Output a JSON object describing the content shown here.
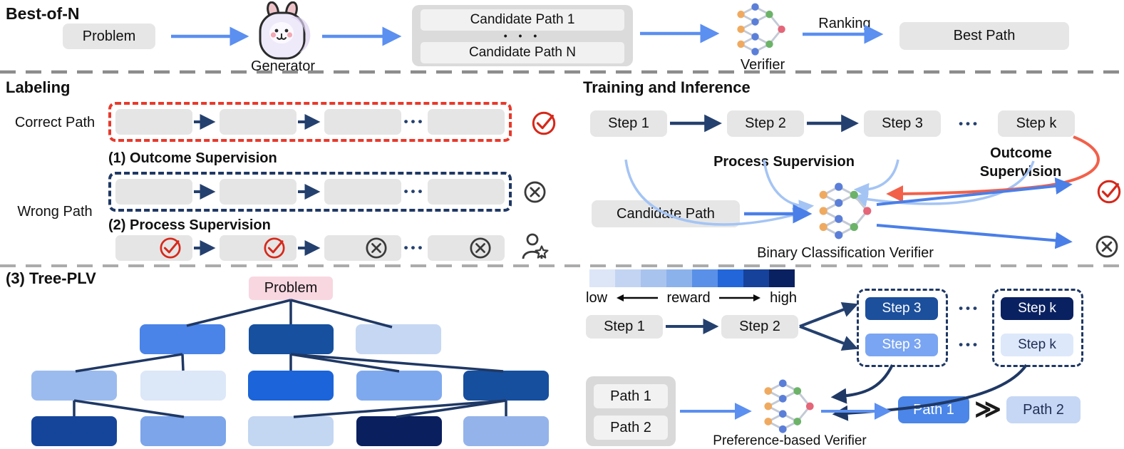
{
  "colors": {
    "accent_blue_arrow": "#5b8ff0",
    "navy": "#1f3864",
    "light_blue_arrow": "#a4c4f4",
    "red_accent": "#d6281a",
    "orange_red_arrow": "#f2604a",
    "gray_box": "#e5e5e5",
    "container_gray": "#d9d9d9"
  },
  "top": {
    "title": "Best-of-N",
    "problem": "Problem",
    "generator_label": "Generator",
    "generator_icon": "llama-icon",
    "candidate_1": "Candidate Path 1",
    "candidates_dots": "• • •",
    "candidate_n": "Candidate Path N",
    "verifier_label": "Verifier",
    "ranking_label": "Ranking",
    "best_path": "Best Path"
  },
  "labeling": {
    "title": "Labeling",
    "correct_path": "Correct Path",
    "wrong_path": "Wrong Path",
    "outcome_title": "(1) Outcome Supervision",
    "process_title": "(2) Process Supervision",
    "dots": "•••"
  },
  "training": {
    "title": "Training and Inference",
    "step_1": "Step 1",
    "step_2": "Step 2",
    "step_3": "Step 3",
    "step_k": "Step k",
    "dots": "•••",
    "process_supervision": "Process Supervision",
    "outcome_line1": "Outcome",
    "outcome_line2": "Supervision",
    "candidate_path": "Candidate Path",
    "verifier_label": "Binary Classification Verifier"
  },
  "tree": {
    "title": "(3) Tree-PLV",
    "root_label": "Problem",
    "root_color": "#f8d7e1",
    "node_colors": {
      "level1": [
        "#4a84e8",
        "#16509f",
        "#c5d7f3"
      ],
      "level2": [
        "#9bbbee",
        "#dce7f8",
        "#1c64d9",
        "#7fa9ee",
        "#164f9e"
      ],
      "level3": [
        "#15459a",
        "#7ca5ea",
        "#c3d6f2",
        "#0a1f5e",
        "#94b3ea"
      ]
    }
  },
  "reward": {
    "low": "low",
    "label": "reward",
    "high": "high",
    "colors": [
      "#dce6f7",
      "#c3d4f2",
      "#a8c3ee",
      "#8cb2ec",
      "#5a90e8",
      "#2366d9",
      "#16429c",
      "#0a2161"
    ]
  },
  "preference": {
    "step_1": "Step 1",
    "step_2": "Step 2",
    "dots": "•••",
    "step3_high": {
      "label": "Step 3",
      "color": "#1c4f9c",
      "text_color": "#ffffff"
    },
    "step3_low": {
      "label": "Step 3",
      "color": "#7aa5f2",
      "text_color": "#ffffff"
    },
    "stepk_high": {
      "label": "Step k",
      "color": "#0a2161",
      "text_color": "#ffffff"
    },
    "stepk_low": {
      "label": "Step k",
      "color": "#dde8fa",
      "text_color": "#1f2f55"
    },
    "path_1": "Path 1",
    "path_2": "Path 2",
    "verifier_label": "Preference-based Verifier",
    "result_left": {
      "label": "Path 1",
      "color": "#4b86e8",
      "text_color": "#ffffff"
    },
    "better_than": "≫",
    "result_right": {
      "label": "Path 2",
      "color": "#c5d7f4",
      "text_color": "#1f2f55"
    }
  }
}
